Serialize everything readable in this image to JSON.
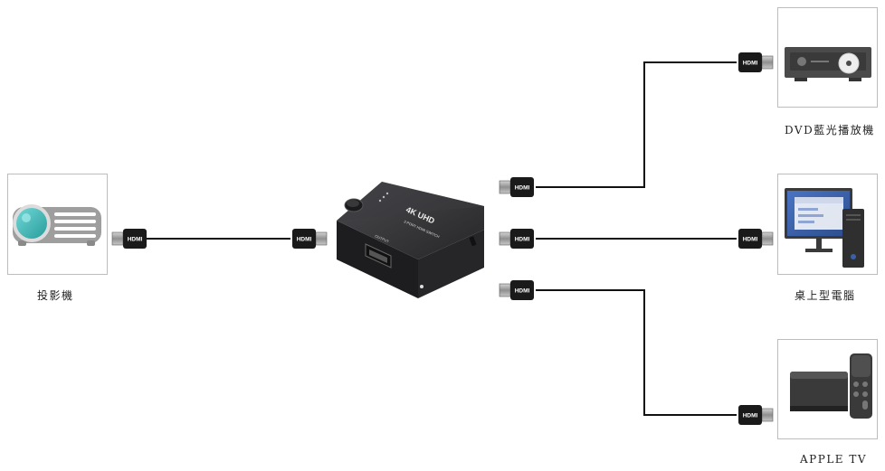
{
  "devices": {
    "projector": {
      "label": "投影機",
      "icon": "projector-icon"
    },
    "dvd": {
      "label": "DVD藍光播放機",
      "icon": "bluray-player-icon"
    },
    "desktop": {
      "label": "桌上型電腦",
      "icon": "desktop-computer-icon"
    },
    "appletv": {
      "label": "APPLE TV",
      "icon": "apple-tv-icon"
    }
  },
  "switch": {
    "brand_line1": "4K UHD",
    "brand_line2": "3 PORT HDMI SWITCH",
    "output_label": "OUTPUT",
    "icon": "hdmi-switch-icon"
  },
  "connector": {
    "text": "HDMI"
  },
  "colors": {
    "cable": "#111111",
    "connector_body": "#1a1a1a",
    "connector_metal": "#9a9a9a",
    "device_gray": "#9e9e9e",
    "projector_lens": "#3bb8b8",
    "switch_body": "#2e2e30",
    "monitor_blue": "#3b5fa8",
    "label_text": "#222222"
  }
}
